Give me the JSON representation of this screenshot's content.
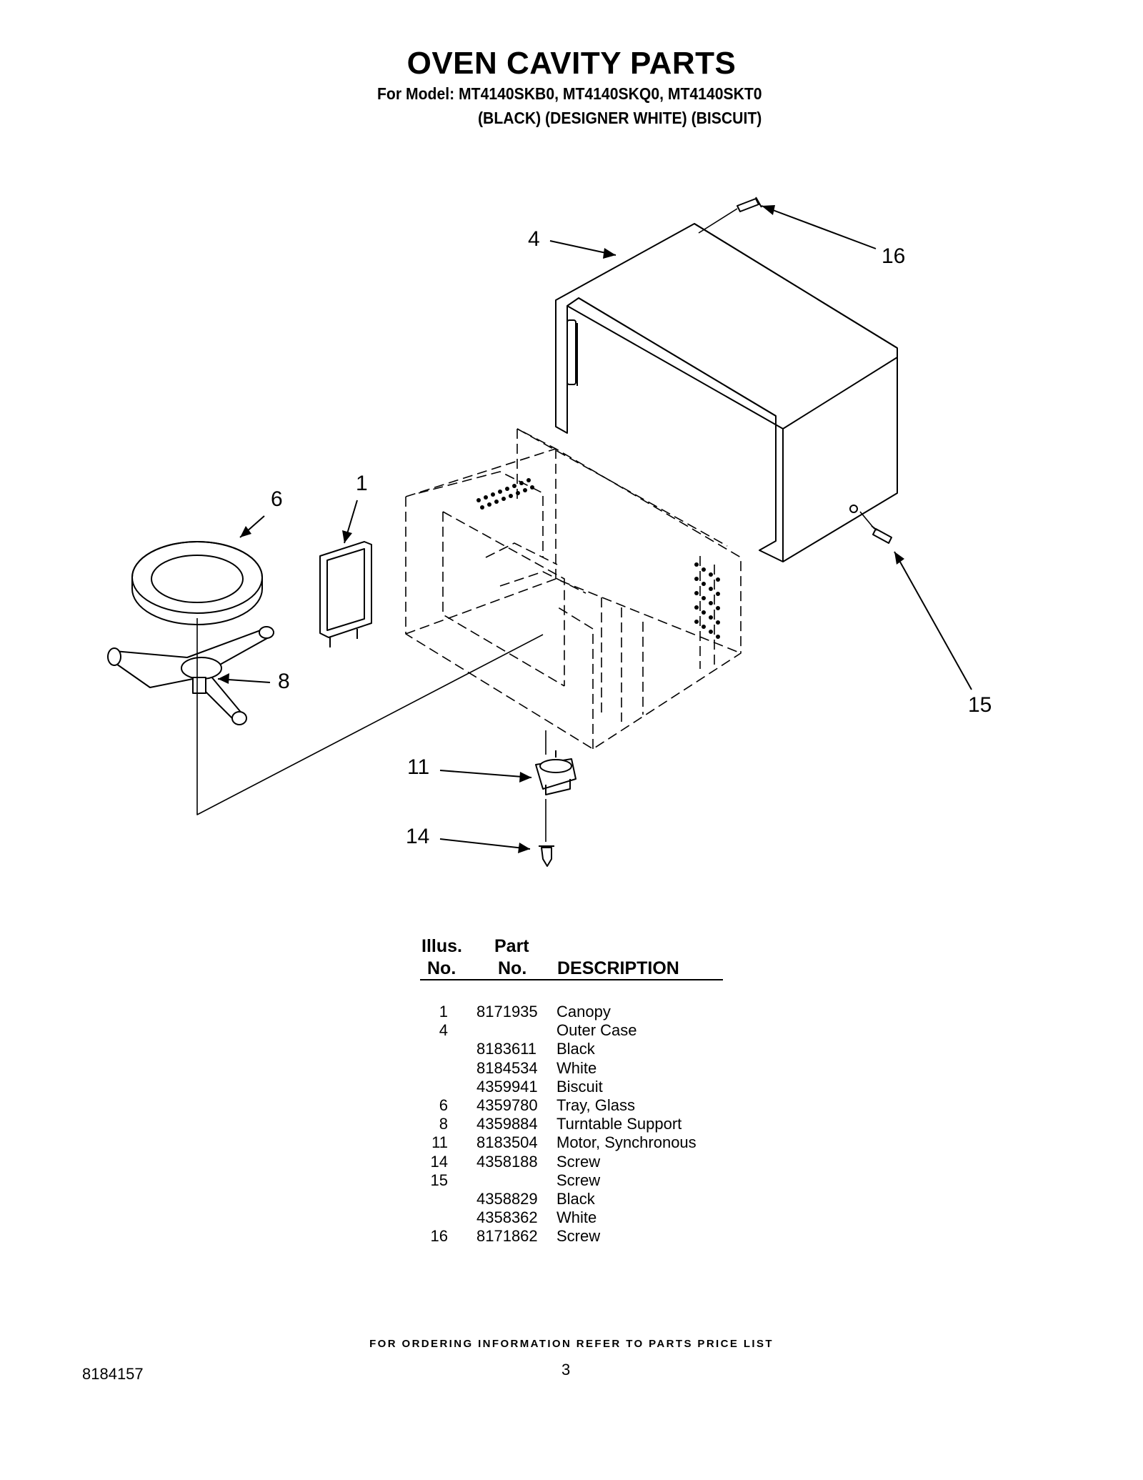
{
  "header": {
    "title": "OVEN CAVITY PARTS",
    "model_line": "For Model: MT4140SKB0, MT4140SKQ0, MT4140SKT0",
    "color_line": "(BLACK) (DESIGNER WHITE) (BISCUIT)"
  },
  "diagram": {
    "callouts": [
      "4",
      "16",
      "1",
      "6",
      "8",
      "15",
      "11",
      "14"
    ]
  },
  "table": {
    "headers": {
      "illus_top": "Illus.",
      "illus_bottom": "No.",
      "part_top": "Part",
      "part_bottom": "No.",
      "description": "DESCRIPTION"
    },
    "rows": [
      {
        "illus": "1",
        "part": "8171935",
        "desc": "Canopy"
      },
      {
        "illus": "4",
        "part": "",
        "desc": "Outer Case"
      },
      {
        "illus": "",
        "part": "8183611",
        "desc": "Black"
      },
      {
        "illus": "",
        "part": "8184534",
        "desc": "White"
      },
      {
        "illus": "",
        "part": "4359941",
        "desc": "Biscuit"
      },
      {
        "illus": "6",
        "part": "4359780",
        "desc": "Tray, Glass"
      },
      {
        "illus": "8",
        "part": "4359884",
        "desc": "Turntable Support"
      },
      {
        "illus": "11",
        "part": "8183504",
        "desc": "Motor, Synchronous"
      },
      {
        "illus": "14",
        "part": "4358188",
        "desc": "Screw"
      },
      {
        "illus": "15",
        "part": "",
        "desc": "Screw"
      },
      {
        "illus": "",
        "part": "4358829",
        "desc": "Black"
      },
      {
        "illus": "",
        "part": "4358362",
        "desc": "White"
      },
      {
        "illus": "16",
        "part": "8171862",
        "desc": "Screw"
      }
    ]
  },
  "footer": {
    "ordering_note": "FOR ORDERING INFORMATION REFER TO PARTS PRICE LIST",
    "document_number": "8184157",
    "page_number": "3"
  }
}
